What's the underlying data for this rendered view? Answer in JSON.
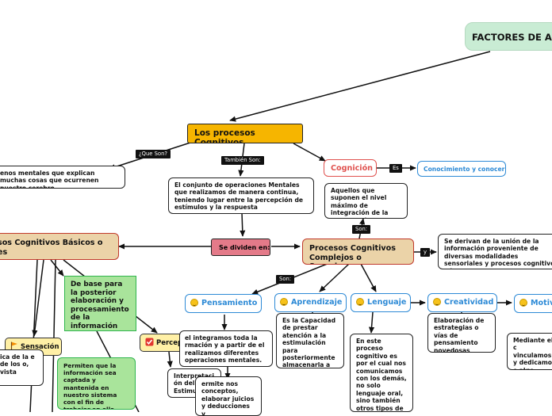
{
  "title": "FACTORES DE APR",
  "central": "Los procesos Cognitivos",
  "labels": {
    "que_son": "¿Que Son?",
    "tambien_son": "También Son:",
    "es": "Es",
    "y": "y",
    "son_1": "Son:",
    "son_2": "Son:"
  },
  "definition": "enos mentales que explican muchas cosas que ocurrenen nuestro cerebro",
  "conjunto": "El conjunto de operaciones Mentales que realizamos de manera continua, teniendo lugar entre la percepción de estímulos y la respuesta",
  "cognicion": "Cognición",
  "conocimiento": "Conocimiento y conocer",
  "aquellos": "Aquellos que suponen el nivel máximo de integración de la información",
  "se_dividen": "Se dividen en:",
  "basicos": "sos Cognitivos Básicos o es",
  "complejos": "Procesos Cognitivos Complejos o Superiores",
  "derivan": "Se derivan de la unión de la información proveniente de diversas modalidades sensoriales y procesos cognitivos básicos",
  "de_base": "De base para la posterior elaboración y procesamiento de la información",
  "permiten": "Permiten que la información sea captada y mantenida en nuestro sistema con el fin de trabajar en ella",
  "sensacion": "Sensación",
  "sensacion_desc": "ica de la e de los o, vista",
  "percepcion": "Percepción",
  "percepcion_desc": "el integramos toda la rmación y a partir de el realizamos diferentes operaciones mentales.",
  "interpretacion": "Interpretaci ón del Estimulo",
  "permite": "ermite nos conceptos, elaborar juicios y deducciones y",
  "branches": {
    "pensamiento": "Pensamiento",
    "aprendizaje": "Aprendizaje",
    "lenguaje": "Lenguaje",
    "creatividad": "Creatividad",
    "motivacion": "Motiv"
  },
  "aprendizaje_desc": "Es la Capacidad de prestar atención a la estimulación para posteriormente almacenarla a la memoria",
  "lenguaje_desc": "En este proceso cognitivo es por el cual nos comunicamos con los demás, no solo lenguaje oral, sino también otros tipos de comunicación",
  "creatividad_desc": "Elaboración de estrategias o vías de pensamiento novedosas",
  "motivacion_desc": "Mediante el c vinculamos y dedicamos e algo particul",
  "colors": {
    "gold": "#f6b500",
    "tan": "#ebd3a8",
    "pink": "#e47a89",
    "blue": "#2d8ad6",
    "green": "#a9e49b",
    "yellow": "#fff0a6",
    "title_bg": "#c9ecd4",
    "cognicion_red": "#e0524f"
  }
}
